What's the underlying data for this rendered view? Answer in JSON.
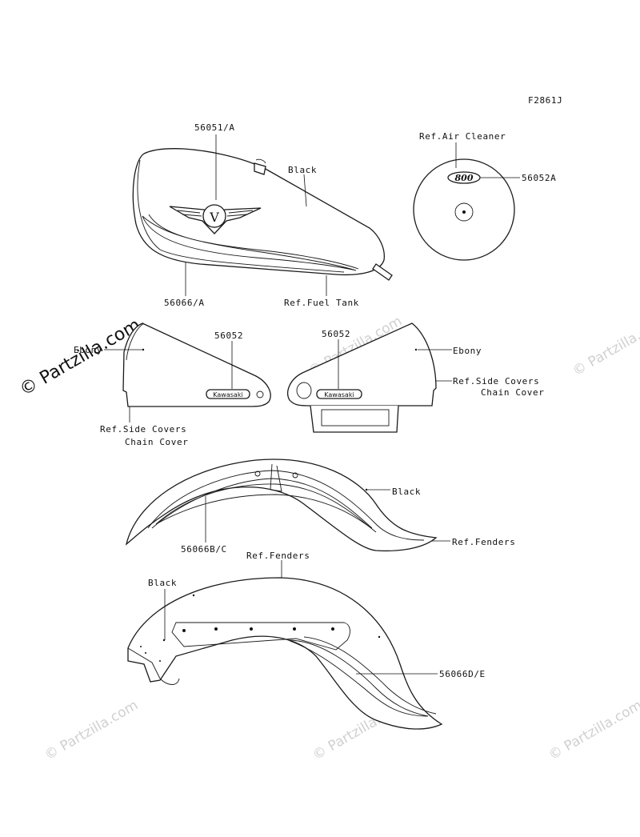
{
  "diagram_code": "F2861J",
  "brand_watermark": "© Partzilla.com",
  "faint_watermark": "© Partzilla.com",
  "labels": {
    "tank_emblem": "56051/A",
    "tank_color": "Black",
    "tank_stripe": "56066/A",
    "fuel_tank_ref": "Ref.Fuel Tank",
    "air_cleaner_ref": "Ref.Air Cleaner",
    "air_cleaner_decal": "56052A",
    "left_cover_decal": "56052",
    "left_cover_color": "Ebony",
    "left_cover_ref_1": "Ref.Side Covers",
    "left_cover_ref_2": "Chain Cover",
    "right_cover_decal": "56052",
    "right_cover_color": "Ebony",
    "right_cover_ref_1": "Ref.Side Covers",
    "right_cover_ref_2": "Chain Cover",
    "front_fender_color": "Black",
    "front_fender_stripe": "56066B/C",
    "front_fender_ref": "Ref.Fenders",
    "rear_fender_ref": "Ref.Fenders",
    "rear_fender_color": "Black",
    "rear_fender_stripe": "56066D/E"
  },
  "badges": {
    "kawasaki": "Kawasaki",
    "air_cleaner_emblem": "800",
    "tank_emblem_letter": "V"
  }
}
